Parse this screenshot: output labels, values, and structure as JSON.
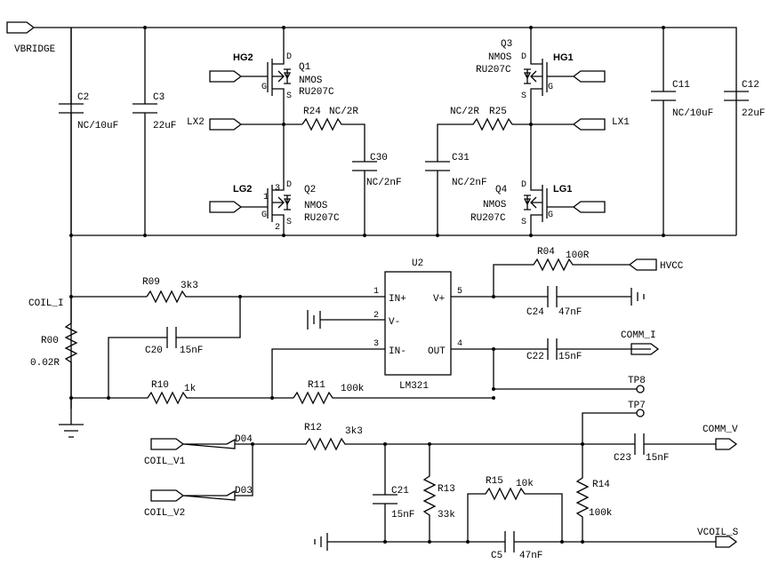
{
  "nets": {
    "vbridge": "VBRIDGE",
    "lx2": "LX2",
    "lx1": "LX1",
    "hg2": "HG2",
    "hg1": "HG1",
    "lg2": "LG2",
    "lg1": "LG1",
    "coil_i": "COIL_I",
    "hvcc": "HVCC",
    "comm_i": "COMM_I",
    "tp8": "TP8",
    "tp7": "TP7",
    "coil_v1": "COIL_V1",
    "coil_v2": "COIL_V2",
    "comm_v": "COMM_V",
    "vcoil_s": "VCOIL_S"
  },
  "components": {
    "c2": {
      "ref": "C2",
      "value": "NC/10uF"
    },
    "c3": {
      "ref": "C3",
      "value": "22uF"
    },
    "c11": {
      "ref": "C11",
      "value": "NC/10uF"
    },
    "c12": {
      "ref": "C12",
      "value": "22uF"
    },
    "q1": {
      "ref": "Q1",
      "type": "NMOS",
      "part": "RU207C"
    },
    "q2": {
      "ref": "Q2",
      "type": "NMOS",
      "part": "RU207C"
    },
    "q3": {
      "ref": "Q3",
      "type": "NMOS",
      "part": "RU207C"
    },
    "q4": {
      "ref": "Q4",
      "type": "NMOS",
      "part": "RU207C"
    },
    "r24": {
      "ref": "R24",
      "value": "NC/2R"
    },
    "r25": {
      "ref": "R25",
      "value": "NC/2R"
    },
    "c30": {
      "ref": "C30",
      "value": "NC/2nF"
    },
    "c31": {
      "ref": "C31",
      "value": "NC/2nF"
    },
    "r09": {
      "ref": "R09",
      "value": "3k3"
    },
    "r00": {
      "ref": "R00",
      "value": "0.02R"
    },
    "c20": {
      "ref": "C20",
      "value": "15nF"
    },
    "r10": {
      "ref": "R10",
      "value": "1k"
    },
    "r11": {
      "ref": "R11",
      "value": "100k"
    },
    "u2": {
      "ref": "U2",
      "part": "LM321",
      "pin1": "1",
      "pin2": "2",
      "pin3": "3",
      "pin4": "4",
      "pin5": "5",
      "in_p": "IN+",
      "v_m": "V-",
      "in_m": "IN-",
      "v_p": "V+",
      "out": "OUT"
    },
    "r04": {
      "ref": "R04",
      "value": "100R"
    },
    "c24": {
      "ref": "C24",
      "value": "47nF"
    },
    "c22": {
      "ref": "C22",
      "value": "15nF"
    },
    "d04": {
      "ref": "D04"
    },
    "d03": {
      "ref": "D03"
    },
    "r12": {
      "ref": "R12",
      "value": "3k3"
    },
    "c21": {
      "ref": "C21",
      "value": "15nF"
    },
    "r13": {
      "ref": "R13",
      "value": "33k"
    },
    "r15": {
      "ref": "R15",
      "value": "10k"
    },
    "c5": {
      "ref": "C5",
      "value": "47nF"
    },
    "r14": {
      "ref": "R14",
      "value": "100k"
    },
    "c23": {
      "ref": "C23",
      "value": "15nF"
    }
  },
  "pins": {
    "g": "G",
    "s": "S",
    "d": "D",
    "p1": "1",
    "p2": "2",
    "p3": "3"
  }
}
